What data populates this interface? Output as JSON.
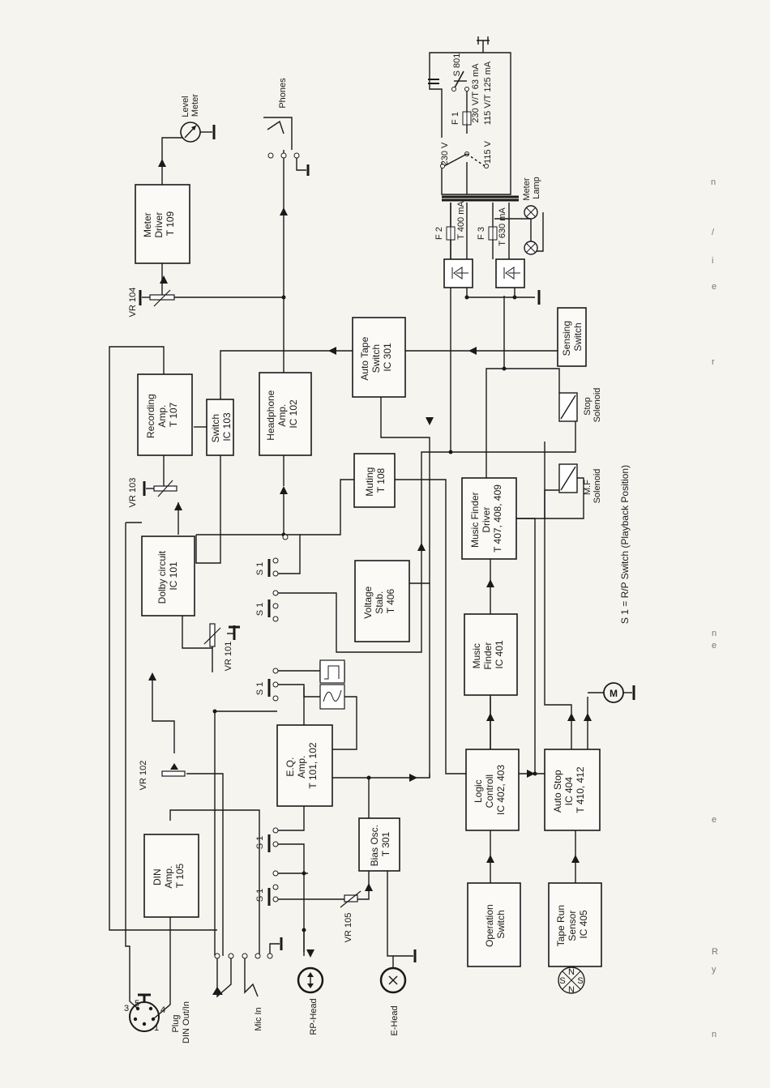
{
  "blocks": {
    "meter_driver": [
      "Meter",
      "Driver",
      "T 109"
    ],
    "recording_amp": [
      "Recording",
      "Amp.",
      "T 107"
    ],
    "switch_ic103": [
      "Switch",
      "IC 103"
    ],
    "headphone_amp": [
      "Headphone",
      "Amp.",
      "IC 102"
    ],
    "auto_tape_switch": [
      "Auto Tape",
      "Switch",
      "IC 301"
    ],
    "sensing_switch": [
      "Sensing",
      "Switch"
    ],
    "muting": [
      "Muting",
      "T 108"
    ],
    "dolby": [
      "Dolby circuit",
      "IC 101"
    ],
    "voltage_stab": [
      "Voltage",
      "Stab.",
      "T 406"
    ],
    "music_finder_driver": [
      "Music Finder",
      "Driver",
      "T 407, 408, 409"
    ],
    "music_finder": [
      "Music",
      "Finder",
      "IC 401"
    ],
    "eq_amp": [
      "E.Q.",
      "Amp.",
      "T 101, 102"
    ],
    "logic_control": [
      "Logic",
      "Controll",
      "IC 402, 403"
    ],
    "auto_stop": [
      "Auto Stop",
      "IC 404",
      "T 410, 412"
    ],
    "din_amp": [
      "DIN",
      "Amp.",
      "T 105"
    ],
    "bias_osc": [
      "Bias Osc.",
      "T 301"
    ],
    "operation_switch": [
      "Operation",
      "Switch"
    ],
    "tape_run_sensor": [
      "Tape Run",
      "Sensor",
      "IC 405"
    ]
  },
  "components": {
    "vr104": "VR 104",
    "vr103": "VR 103",
    "vr102": "VR 102",
    "vr101": "VR 101",
    "vr105": "VR 105",
    "level_meter": [
      "Level",
      "Meter"
    ],
    "phones": "Phones",
    "mic_in": "Mic In",
    "rp_head": "RP-Head",
    "e_head": "E-Head",
    "plug_din": [
      "Plug",
      "DIN Out/In"
    ],
    "din_pins": [
      "3",
      "5",
      "4",
      "1"
    ],
    "stop_solenoid": [
      "Stop",
      "Solenoid"
    ],
    "mf_solenoid": [
      "M.F",
      "Solenoid"
    ],
    "meter_lamp": [
      "Meter",
      "Lamp"
    ],
    "motor": "M",
    "s1": "S 1",
    "s1_note": "S 1 = R/P Switch (Playback Position)",
    "magnet_poles": [
      "N",
      "S",
      "S",
      "N"
    ]
  },
  "power_supply": {
    "s801": "S 801",
    "f1_fuse": "F 1",
    "f1_230": "230 V/T   63 mA",
    "f1_115": "115 V/T 125 mA",
    "v230": "230 V",
    "v115": "115 V",
    "f2_fuse": "F 2",
    "f2_rating": "T 400 mA",
    "f3_fuse": "F 3",
    "f3_rating": "T 630 mA"
  },
  "margin_marks": [
    "n",
    "/",
    "i",
    "e",
    "r",
    "n",
    "e",
    "e",
    "R",
    "y",
    "n"
  ]
}
